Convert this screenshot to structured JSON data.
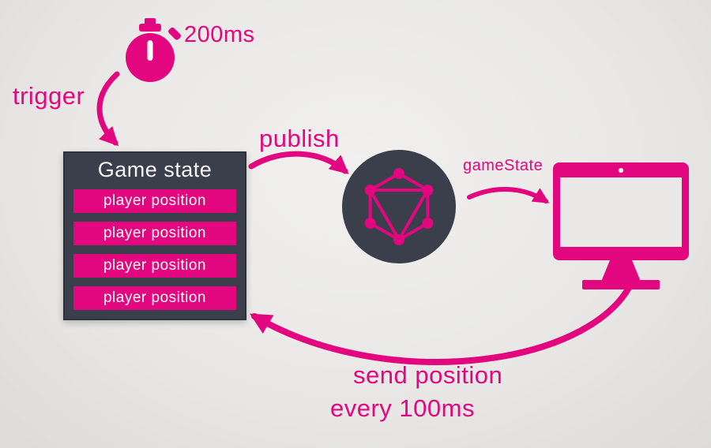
{
  "colors": {
    "magenta": "#e2077e",
    "dark_panel": "#3b3f4b",
    "background": "#e9e8e6",
    "row_text": "#ffffff"
  },
  "timer": {
    "duration_label": "200ms",
    "icon": "stopwatch-icon"
  },
  "flow_labels": {
    "trigger": "trigger",
    "publish": "publish",
    "game_state_event": "gameState",
    "send_position_line1": "send position",
    "send_position_line2": "every 100ms"
  },
  "game_state_box": {
    "title": "Game state",
    "rows": [
      "player position",
      "player position",
      "player position",
      "player position"
    ]
  },
  "nodes": {
    "broker": {
      "icon": "graphql-logo-icon"
    },
    "client": {
      "icon": "monitor-icon"
    }
  }
}
